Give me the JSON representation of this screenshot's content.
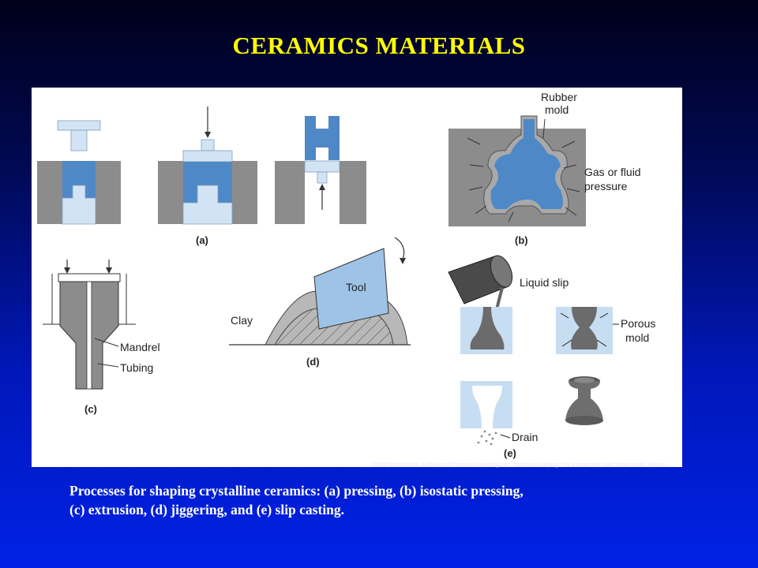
{
  "title": "CERAMICS MATERIALS",
  "figure": {
    "labels": {
      "a": "(a)",
      "b": "(b)",
      "c": "(c)",
      "d": "(d)",
      "e": "(e)",
      "rubber_mold_1": "Rubber",
      "rubber_mold_2": "mold",
      "gas_1": "Gas or fluid",
      "gas_2": "pressure",
      "mandrel": "Mandrel",
      "tubing": "Tubing",
      "tool": "Tool",
      "clay": "Clay",
      "liquid_slip": "Liquid slip",
      "porous_1": "Porous",
      "porous_2": "mold",
      "drain": "Drain"
    },
    "copyright": "©2003 Brooks/Cole, a division of Thomson Learning, Inc.  Thomson Learning™ is a trademark used herein under license."
  },
  "caption": {
    "line1": "Processes for shaping crystalline ceramics: (a) pressing, (b) isostatic pressing,",
    "line2": "(c) extrusion, (d) jiggering, and (e) slip casting."
  },
  "colors": {
    "title": "#ffff00",
    "die_gray": "#8c8c8c",
    "ceramic_blue": "#4f88c6",
    "punch_light": "#d2e4f4"
  }
}
